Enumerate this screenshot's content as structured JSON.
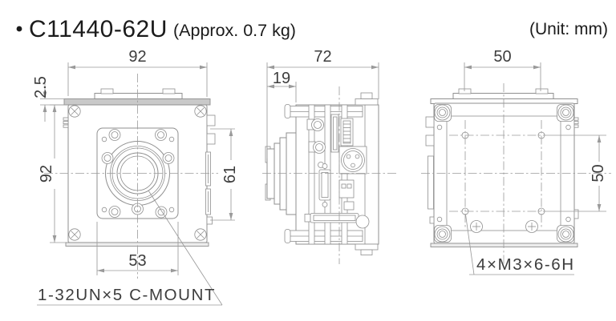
{
  "header": {
    "model": "C11440-62U",
    "weight_note": "(Approx. 0.7 kg)",
    "unit_note": "(Unit: mm)"
  },
  "views": {
    "front": {
      "dim_width": "92",
      "dim_height": "92",
      "dim_top_plate": "2.5",
      "dim_connector_span": "61",
      "dim_mount_span": "53",
      "mount_label": "1-32UN×5 C-MOUNT"
    },
    "side": {
      "dim_depth": "72",
      "dim_lens_depth": "19"
    },
    "back": {
      "dim_hole_span_h": "50",
      "dim_hole_span_v": "50",
      "hole_label": "4×M3×6-6H"
    }
  },
  "colors": {
    "line": "#8f8f8f",
    "dim": "#9a9a9a",
    "text": "#3d3d3d",
    "title": "#1b1b1b",
    "panel_gray": "#c9c9c9"
  }
}
